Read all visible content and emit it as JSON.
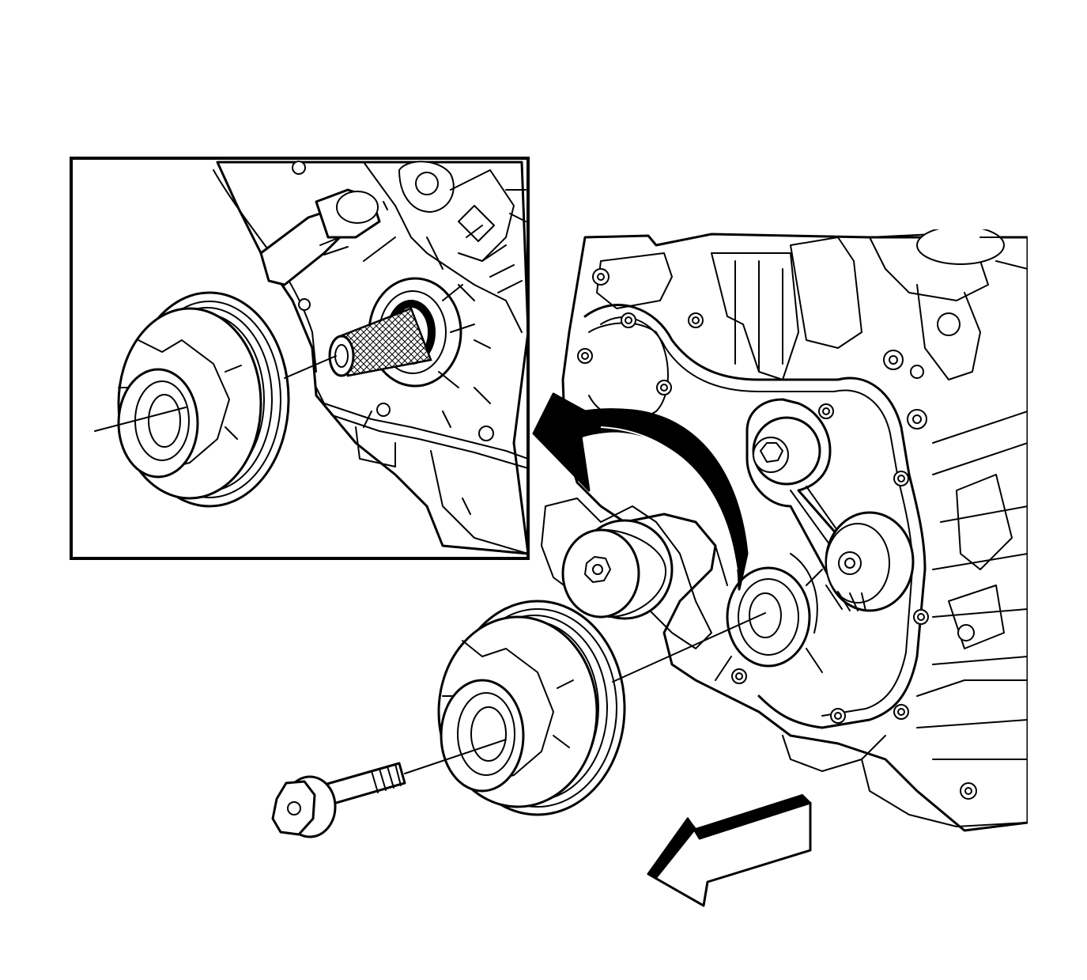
{
  "figure": {
    "kind": "line-art service illustration",
    "colors": {
      "ink": "#000000",
      "paper": "#ffffff"
    },
    "parts": {
      "engine": "engine-front-cover",
      "idler": "idler-pulley",
      "tensioner": "belt-tensioner",
      "damper": "crankshaft-balancer",
      "bolt": "balancer-bolt",
      "tool": "installer-tool",
      "seal": "front-crank-seal"
    },
    "arrows": {
      "callout": "curved-arrow-to-detail-view",
      "direction": "installation-direction-arrow"
    },
    "detail_view": "inset-detail-view"
  }
}
